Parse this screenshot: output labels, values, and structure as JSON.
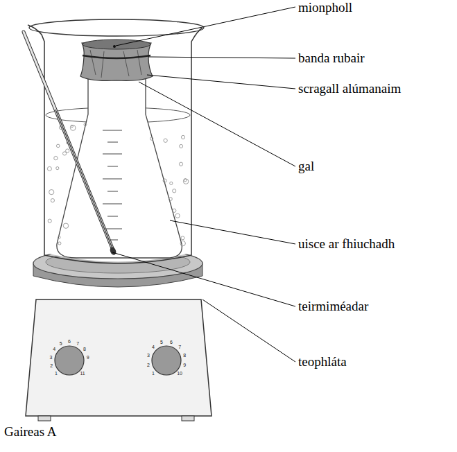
{
  "diagram": {
    "caption": "Gaireas A",
    "labels": [
      "mionpholl",
      "banda rubair",
      "scragall alúmanaim",
      "gal",
      "uisce ar fhiuchadh",
      "teirmiméadar",
      "teophláta",
      "1",
      "2",
      "3",
      "4",
      "5",
      "6",
      "7",
      "8",
      "9",
      "11",
      "1",
      "2",
      "3",
      "4",
      "5",
      "6",
      "7",
      "8",
      "9",
      "10"
    ]
  }
}
